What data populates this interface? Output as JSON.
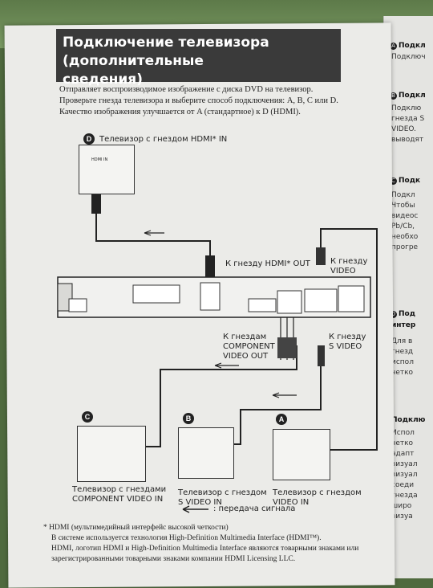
{
  "page": {
    "title_line1": "Подключение телевизора (дополнительные",
    "title_line2": "сведения)",
    "intro_line1": "Отправляет воспроизводимое изображение с диска DVD на телевизор.",
    "intro_line2": "Проверьте гнезда телевизора и выберите способ подключения: A, B, C или D.",
    "intro_line3": "Качество изображения улучшается от A (стандартное) к D (HDMI)."
  },
  "diagram": {
    "badge_d": "D",
    "badge_c": "C",
    "badge_b": "B",
    "badge_a": "A",
    "tv_d_caption": "Телевизор с гнездом HDMI* IN",
    "tv_d_port": "HDMI IN",
    "hdmi_out": "К гнезду HDMI* OUT",
    "video_line1": "К гнезду",
    "video_line2": "VIDEO",
    "component_line1": "К гнездам",
    "component_line2": "COMPONENT",
    "component_line3": "VIDEO OUT",
    "svideo_line1": "К гнезду",
    "svideo_line2": "S VIDEO",
    "tv_c_line1": "Телевизор с гнездами",
    "tv_c_line2": "COMPONENT VIDEO IN",
    "tv_b_line1": "Телевизор с гнездом",
    "tv_b_line2": "S VIDEO IN",
    "tv_a_line1": "Телевизор с гнездом",
    "tv_a_line2": "VIDEO IN",
    "legend": ": передача сигнала"
  },
  "footnote": {
    "line1": "*  HDMI (мультимедийный интерфейс высокой четкости)",
    "line2": "В системе используется технология High-Definition Multimedia Interface (HDMI™).",
    "line3": "HDMI, логотип HDMI и High-Definition Multimedia Interface являются товарными знаками или",
    "line4": "зарегистрированными товарными знаками компании HDMI Licensing LLC."
  },
  "right_page": {
    "a_head": "Подкл",
    "a_text1": "Подключ",
    "b_head": "Подкл",
    "b_text1": "Подклю",
    "b_text2": "гнезда S",
    "b_text3": "VIDEO.",
    "b_text4": "выводят",
    "c_head": "Подк",
    "c_text1": "Подкл",
    "c_text2": "Чтобы",
    "c_text3": "видеос",
    "c_text4": "Pb/Cb,",
    "c_text5": "необхо",
    "c_text6": "прогре",
    "d_head1": "Под",
    "d_head2": "интер",
    "d_text1": "Для в",
    "d_text2": "гнезд",
    "d_text3": "испол",
    "d_text4": "четко",
    "e_head": "Подклю",
    "e_text1": "Испол",
    "e_text2": "четко",
    "e_text3": "адапт",
    "e_text4": "визуал",
    "e_text5": "визуал",
    "e_text6": "соеди",
    "e_text7": "гнезда",
    "e_text8": "широ",
    "e_text9": "визуа"
  }
}
